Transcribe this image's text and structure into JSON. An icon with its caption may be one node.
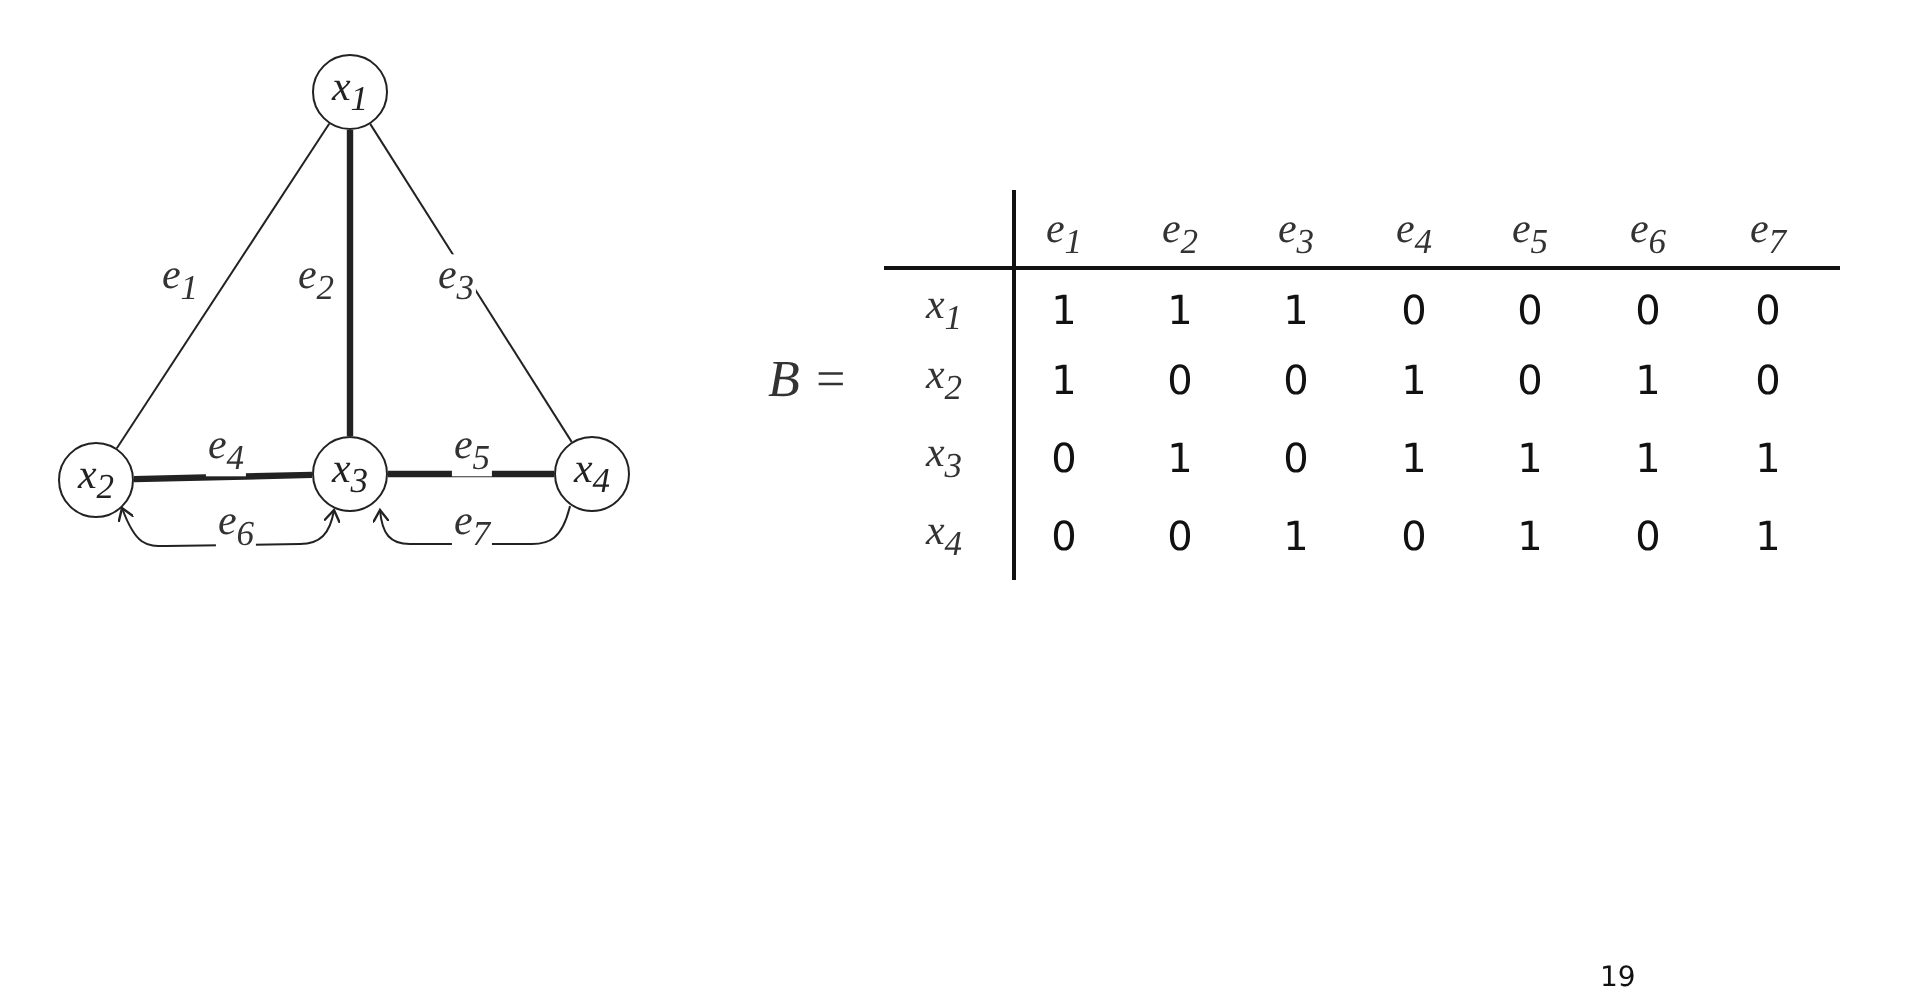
{
  "diagram": {
    "nodes": [
      {
        "text": [
          "x$_{1}$"
        ]
      },
      {
        "text": [
          "x$_{2}$"
        ]
      },
      {
        "text": [
          "x$_{3}$"
        ]
      },
      {
        "text": [
          "x$_{4}$"
        ]
      }
    ],
    "edges": [
      {
        "from": 0,
        "to": 1,
        "arrow": "none",
        "label": "e$_{1}$"
      },
      {
        "from": 0,
        "to": 2,
        "arrow": "none",
        "label": "e$_{2}$",
        "style": "thick"
      },
      {
        "from": 0,
        "to": 3,
        "arrow": "none",
        "label": "e$_{3}$"
      },
      {
        "from": 1,
        "to": 2,
        "arrow": "none",
        "label": "e$_{4}$",
        "style": "thick"
      },
      {
        "from": 2,
        "to": 3,
        "arrow": "none",
        "label": "e$_{5}$",
        "style": "thick"
      },
      {
        "from": 1,
        "to": 2,
        "arrow": "both",
        "label": "e$_{6}$"
      },
      {
        "from": 3,
        "to": 2,
        "arrow": "to",
        "label": "e$_{7}$"
      }
    ],
    "labels": [
      "B =",
      "e$_{1}$",
      "e$_{2}$",
      "e$_{3}$",
      "e$_{4}$",
      "e$_{5}$",
      "e$_{6}$",
      "e$_{7}$",
      "x$_{1}$",
      "1",
      "1",
      "1",
      "0",
      "0",
      "0",
      "0",
      "x$_{2}$",
      "1",
      "0",
      "0",
      "1",
      "0",
      "1",
      "0",
      "x$_{3}$",
      "0",
      "1",
      "0",
      "1",
      "1",
      "1",
      "1",
      "x$_{4}$",
      "0",
      "0",
      "1",
      "0",
      "1",
      "0",
      "1",
      "19"
    ]
  }
}
